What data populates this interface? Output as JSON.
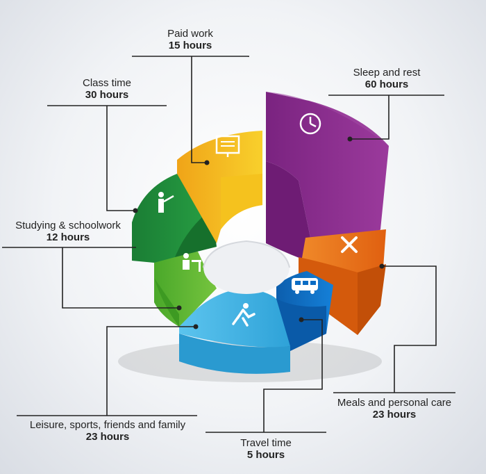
{
  "chart_data": {
    "type": "pie",
    "title": "",
    "categories": [
      "Sleep and rest",
      "Meals and personal care",
      "Travel time",
      "Leisure, sports, friends and family",
      "Studying & schoolwork",
      "Class time",
      "Paid work"
    ],
    "values": [
      60,
      23,
      5,
      23,
      12,
      30,
      15
    ],
    "series": [
      {
        "category": "Sleep and rest",
        "value": 60,
        "display": "60 hours",
        "color": "#8a2b8c",
        "icon": "clock-icon"
      },
      {
        "category": "Meals and personal care",
        "value": 23,
        "display": "23 hours",
        "color": "#e8731e",
        "icon": "fork-knife-icon"
      },
      {
        "category": "Travel time",
        "value": 5,
        "display": "5 hours",
        "color": "#0a6cc4",
        "icon": "bus-icon"
      },
      {
        "category": "Leisure, sports, friends and family",
        "value": 23,
        "display": "23 hours",
        "color": "#3fb4e4",
        "icon": "runner-icon"
      },
      {
        "category": "Studying & schoolwork",
        "value": 12,
        "display": "12 hours",
        "color": "#59b432",
        "icon": "student-desk-icon"
      },
      {
        "category": "Class time",
        "value": 30,
        "display": "30 hours",
        "color": "#1e8a3a",
        "icon": "teacher-icon"
      },
      {
        "category": "Paid work",
        "value": 15,
        "display": "15 hours",
        "color": "#f2b21a",
        "icon": "monitor-icon"
      }
    ]
  },
  "labels": {
    "paid_work": {
      "name": "Paid work",
      "value": "15 hours"
    },
    "sleep": {
      "name": "Sleep and rest",
      "value": "60 hours"
    },
    "class_time": {
      "name": "Class time",
      "value": "30 hours"
    },
    "studying": {
      "name": "Studying & schoolwork",
      "value": "12 hours"
    },
    "meals": {
      "name": "Meals and personal care",
      "value": "23 hours"
    },
    "leisure": {
      "name": "Leisure, sports, friends and family",
      "value": "23 hours"
    },
    "travel": {
      "name": "Travel time",
      "value": "5 hours"
    }
  }
}
